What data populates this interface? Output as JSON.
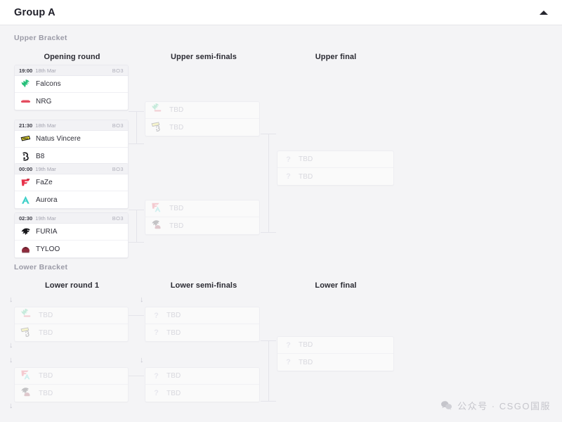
{
  "header": {
    "title": "Group A",
    "collapse_icon": "chevron-up-icon"
  },
  "brackets": {
    "upper_label": "Upper Bracket",
    "lower_label": "Lower Bracket"
  },
  "rounds": {
    "upper": [
      "Opening round",
      "Upper semi-finals",
      "Upper final"
    ],
    "lower": [
      "Lower round 1",
      "Lower semi-finals",
      "Lower final"
    ]
  },
  "labels": {
    "tbd": "TBD",
    "bo3": "BO3",
    "drop_arrow": "↓",
    "question": "?"
  },
  "upper_opening": [
    {
      "time": "19:00",
      "date": "18th Mar",
      "format": "BO3",
      "teams": [
        {
          "name": "Falcons",
          "logo": "falcons-logo"
        },
        {
          "name": "NRG",
          "logo": "nrg-logo"
        }
      ]
    },
    {
      "time": "21:30",
      "date": "18th Mar",
      "format": "BO3",
      "teams": [
        {
          "name": "Natus Vincere",
          "logo": "navi-logo"
        },
        {
          "name": "B8",
          "logo": "b8-logo"
        }
      ]
    },
    {
      "time": "00:00",
      "date": "19th Mar",
      "format": "BO3",
      "teams": [
        {
          "name": "FaZe",
          "logo": "faze-logo"
        },
        {
          "name": "Aurora",
          "logo": "aurora-logo"
        }
      ]
    },
    {
      "time": "02:30",
      "date": "19th Mar",
      "format": "BO3",
      "teams": [
        {
          "name": "FURIA",
          "logo": "furia-logo"
        },
        {
          "name": "TYLOO",
          "logo": "tyloo-logo"
        }
      ]
    }
  ],
  "upper_semis": [
    {
      "teams": [
        {
          "name": "TBD",
          "logo": "falcons-nrg-stack"
        },
        {
          "name": "TBD",
          "logo": "navi-b8-stack"
        }
      ]
    },
    {
      "teams": [
        {
          "name": "TBD",
          "logo": "faze-aurora-stack"
        },
        {
          "name": "TBD",
          "logo": "furia-tyloo-stack"
        }
      ]
    }
  ],
  "upper_final": [
    {
      "teams": [
        {
          "name": "TBD",
          "logo": "question-icon"
        },
        {
          "name": "TBD",
          "logo": "question-icon"
        }
      ]
    }
  ],
  "lower_round1": [
    {
      "teams": [
        {
          "name": "TBD",
          "logo": "falcons-nrg-stack"
        },
        {
          "name": "TBD",
          "logo": "navi-b8-stack"
        }
      ]
    },
    {
      "teams": [
        {
          "name": "TBD",
          "logo": "faze-aurora-stack"
        },
        {
          "name": "TBD",
          "logo": "furia-tyloo-stack"
        }
      ]
    }
  ],
  "lower_semis": [
    {
      "teams": [
        {
          "name": "TBD",
          "logo": "question-icon"
        },
        {
          "name": "TBD",
          "logo": "question-icon"
        }
      ]
    },
    {
      "teams": [
        {
          "name": "TBD",
          "logo": "question-icon"
        },
        {
          "name": "TBD",
          "logo": "question-icon"
        }
      ]
    }
  ],
  "lower_final": [
    {
      "teams": [
        {
          "name": "TBD",
          "logo": "question-icon"
        },
        {
          "name": "TBD",
          "logo": "question-icon"
        }
      ]
    }
  ],
  "watermark": {
    "text": "公众号 · CSGO国服",
    "icon": "wechat-icon"
  },
  "colors": {
    "page_bg": "#f4f4f6",
    "card_bg": "#ffffff",
    "card_head_bg": "#f2f2f5",
    "border": "#e9e9ee",
    "text": "#2c2c36",
    "muted": "#9a9aa6",
    "tbd": "#c2c2cc",
    "falcons_green": "#27c07a",
    "nrg_red": "#e03a4e",
    "navi_yellow": "#f3e63a",
    "b8_dark": "#1c1c20",
    "faze_red": "#e8314a",
    "aurora_teal": "#3fd0c9",
    "furia_black": "#16161a",
    "tyloo_maroon": "#8e2b3c"
  }
}
